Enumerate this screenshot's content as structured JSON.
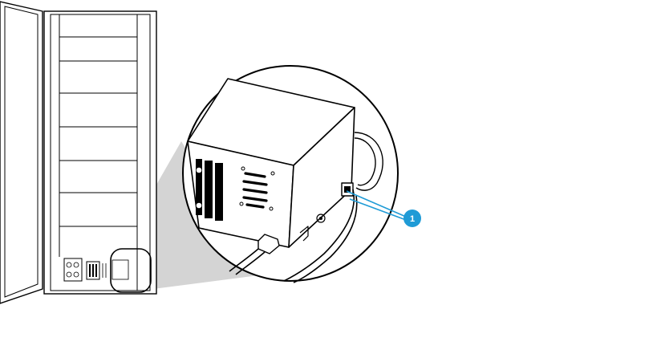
{
  "figure": {
    "callouts": [
      {
        "number": "1",
        "target": "cable-at-rear-connector"
      }
    ],
    "colors": {
      "line": "#000000",
      "zoom_wedge": "#d4d4d4",
      "callout_fill": "#1f9bd6",
      "callout_line": "#1f9bd6",
      "callout_text": "#ffffff",
      "background": "#ffffff"
    },
    "icons": [
      "rack-cabinet",
      "open-door",
      "power-distribution-unit",
      "cable-plug",
      "detail-magnifier-circle"
    ]
  }
}
